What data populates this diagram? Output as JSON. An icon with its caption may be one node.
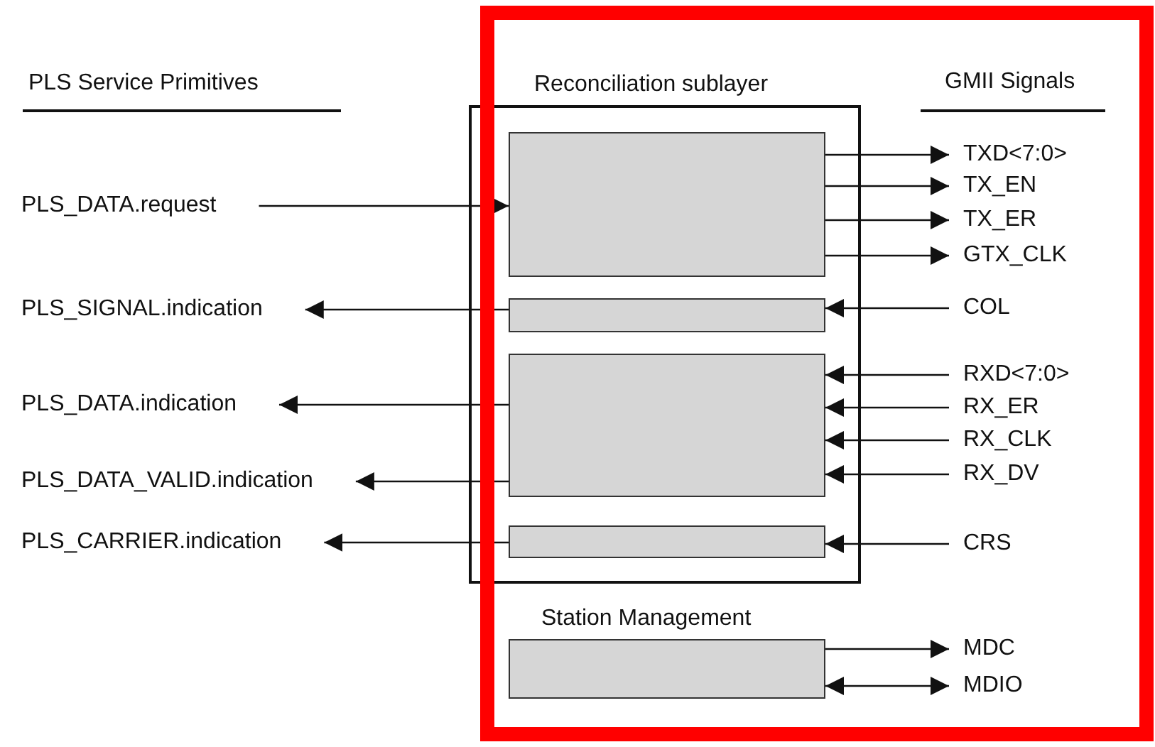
{
  "diagram": {
    "nodes": [
      {
        "text": [
          "Reconciliation sublayer"
        ]
      },
      {
        "text": [],
        "shape": "box",
        "in": 0
      },
      {
        "text": [],
        "shape": "box",
        "in": 0
      },
      {
        "text": [],
        "shape": "box",
        "in": 0
      },
      {
        "text": [],
        "shape": "box",
        "in": 0
      },
      {
        "text": [
          "Station Management"
        ]
      },
      {
        "text": [
          "PLS_DATA.request"
        ]
      },
      {
        "text": [
          "PLS_SIGNAL.indication"
        ]
      },
      {
        "text": [
          "PLS_DATA.indication"
        ]
      },
      {
        "text": [
          "PLS_DATA_VALID.indication"
        ]
      },
      {
        "text": [
          "PLS_CARRIER.indication"
        ]
      },
      {
        "text": [
          "TXD<7:0>"
        ]
      },
      {
        "text": [
          "TX_EN"
        ]
      },
      {
        "text": [
          "TX_ER"
        ]
      },
      {
        "text": [
          "GTX_CLK"
        ]
      },
      {
        "text": [
          "COL"
        ]
      },
      {
        "text": [
          "RXD<7:0>"
        ]
      },
      {
        "text": [
          "RX_ER"
        ]
      },
      {
        "text": [
          "RX_CLK"
        ]
      },
      {
        "text": [
          "RX_DV"
        ]
      },
      {
        "text": [
          "CRS"
        ]
      },
      {
        "text": [
          "MDC"
        ]
      },
      {
        "text": [
          "MDIO"
        ]
      }
    ],
    "edges": [
      {
        "from": 6,
        "to": 1,
        "arrow": "to"
      },
      {
        "from": 2,
        "to": 7,
        "arrow": "to"
      },
      {
        "from": 3,
        "to": 8,
        "arrow": "to"
      },
      {
        "from": 3,
        "to": 9,
        "arrow": "to"
      },
      {
        "from": 4,
        "to": 10,
        "arrow": "to"
      },
      {
        "from": 1,
        "to": 11,
        "arrow": "to"
      },
      {
        "from": 1,
        "to": 12,
        "arrow": "to"
      },
      {
        "from": 1,
        "to": 13,
        "arrow": "to"
      },
      {
        "from": 1,
        "to": 14,
        "arrow": "to"
      },
      {
        "from": 15,
        "to": 2,
        "arrow": "to"
      },
      {
        "from": 16,
        "to": 3,
        "arrow": "to"
      },
      {
        "from": 17,
        "to": 3,
        "arrow": "to"
      },
      {
        "from": 18,
        "to": 3,
        "arrow": "to"
      },
      {
        "from": 19,
        "to": 3,
        "arrow": "to"
      },
      {
        "from": 20,
        "to": 4,
        "arrow": "to"
      },
      {
        "from": 5,
        "to": 21,
        "arrow": "to"
      },
      {
        "from": 5,
        "to": 22,
        "arrow": "both"
      }
    ],
    "labels": [
      "PLS Service Primitives",
      "GMII Signals"
    ]
  }
}
